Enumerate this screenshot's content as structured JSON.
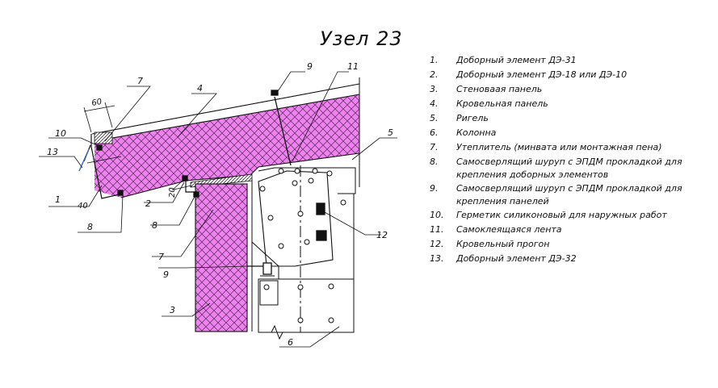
{
  "title": "Узел 23",
  "colors": {
    "insulation_fill": "#ee82ee",
    "line": "#111111"
  },
  "legend": [
    {
      "num": "1.",
      "text": "Доборный элемент ДЭ-31"
    },
    {
      "num": "2.",
      "text": "Доборный элемент ДЭ-18 или ДЭ-10"
    },
    {
      "num": "3.",
      "text": "Стеноваая панель"
    },
    {
      "num": "4.",
      "text": "Кровельная панель"
    },
    {
      "num": "5.",
      "text": "Ригель"
    },
    {
      "num": "6.",
      "text": "Колонна"
    },
    {
      "num": "7.",
      "text": "Утеплитель (минвата или монтажная пена)"
    },
    {
      "num": "8.",
      "text": "Самосверлящий шуруп с ЭПДМ прокладкой для крепления доборных элементов"
    },
    {
      "num": "9.",
      "text": "Самосверлящий шуруп с ЭПДМ прокладкой для крепления панелей"
    },
    {
      "num": "10.",
      "text": "Герметик силиконовый для наружных работ"
    },
    {
      "num": "11.",
      "text": "Самоклеящаяся лента"
    },
    {
      "num": "12.",
      "text": "Кровельный прогон"
    },
    {
      "num": "13.",
      "text": "Доборный элемент ДЭ-32"
    }
  ],
  "callouts": {
    "c1": "1",
    "c2": "2",
    "c3": "3",
    "c4": "4",
    "c5": "5",
    "c6": "6",
    "c7a": "7",
    "c7b": "7",
    "c8a": "8",
    "c8b": "8",
    "c9a": "9",
    "c9b": "9",
    "c10": "10",
    "c11": "11",
    "c12": "12",
    "c13": "13"
  },
  "dimensions": {
    "d60": "60",
    "d40": "40",
    "d20": "20"
  }
}
